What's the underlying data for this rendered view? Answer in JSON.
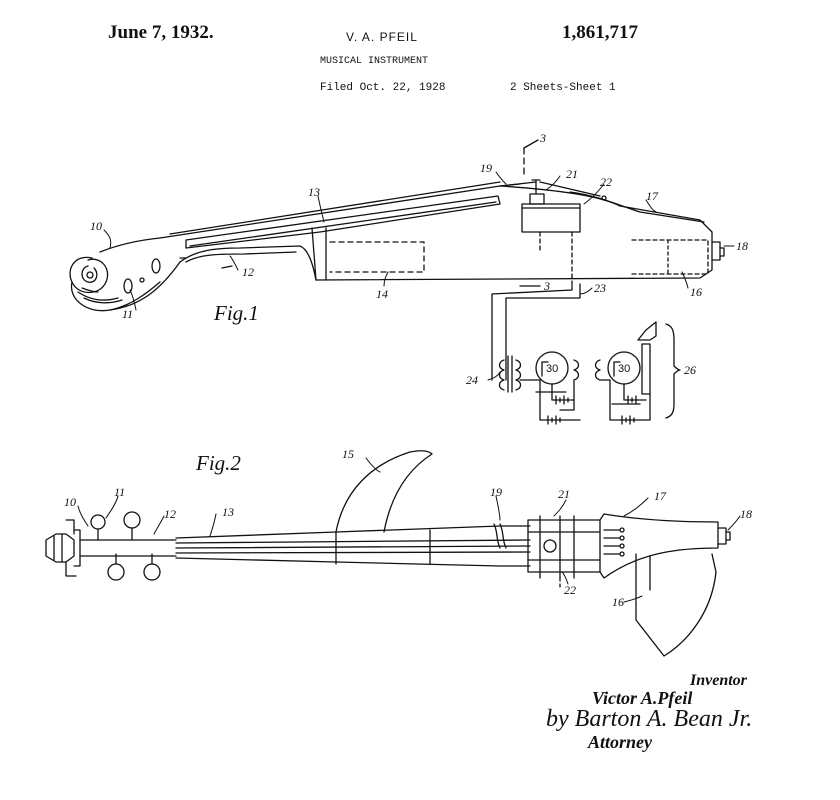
{
  "header": {
    "date": "June 7, 1932.",
    "inventor_name": "V. A. PFEIL",
    "patent_number": "1,861,717",
    "title": "MUSICAL INSTRUMENT",
    "filed": "Filed Oct. 22, 1928",
    "sheets": "2 Sheets-Sheet  1"
  },
  "figures": {
    "fig1_label": "Fig.1",
    "fig2_label": "Fig.2",
    "section_marker": "3",
    "tube_label": "30"
  },
  "fig1_refs": {
    "r10": "10",
    "r11": "11",
    "r12": "12",
    "r13": "13",
    "r14": "14",
    "r16": "16",
    "r17": "17",
    "r18": "18",
    "r19": "19",
    "r21": "21",
    "r22": "22",
    "r23": "23",
    "r24": "24",
    "r26": "26"
  },
  "fig2_refs": {
    "r10": "10",
    "r11": "11",
    "r12": "12",
    "r13": "13",
    "r15": "15",
    "r16": "16",
    "r17": "17",
    "r18": "18",
    "r19": "19",
    "r21": "21",
    "r22": "22"
  },
  "signature": {
    "inventor_label": "Inventor",
    "inventor_name": "Victor A.Pfeil",
    "attorney_signature": "by Barton A. Bean Jr.",
    "attorney_label": "Attorney"
  }
}
